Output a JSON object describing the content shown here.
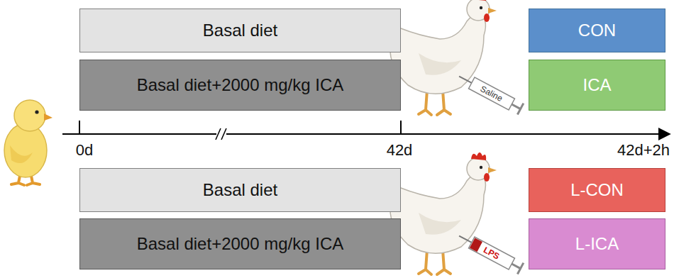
{
  "diagram": {
    "nodes": [
      {
        "text": [
          "Basal diet"
        ]
      },
      {
        "text": [
          "CON"
        ]
      },
      {
        "text": [
          "Basal diet+2000 mg/kg ICA"
        ]
      },
      {
        "text": [
          "ICA"
        ]
      },
      {
        "text": [
          "Basal diet"
        ]
      },
      {
        "text": [
          "L-CON"
        ]
      },
      {
        "text": [
          "Basal diet+2000 mg/kg ICA"
        ]
      },
      {
        "text": [
          "L-ICA"
        ]
      }
    ],
    "labels": [
      "0d",
      "42d",
      "42d+2h",
      "Saline",
      "LPS"
    ]
  }
}
